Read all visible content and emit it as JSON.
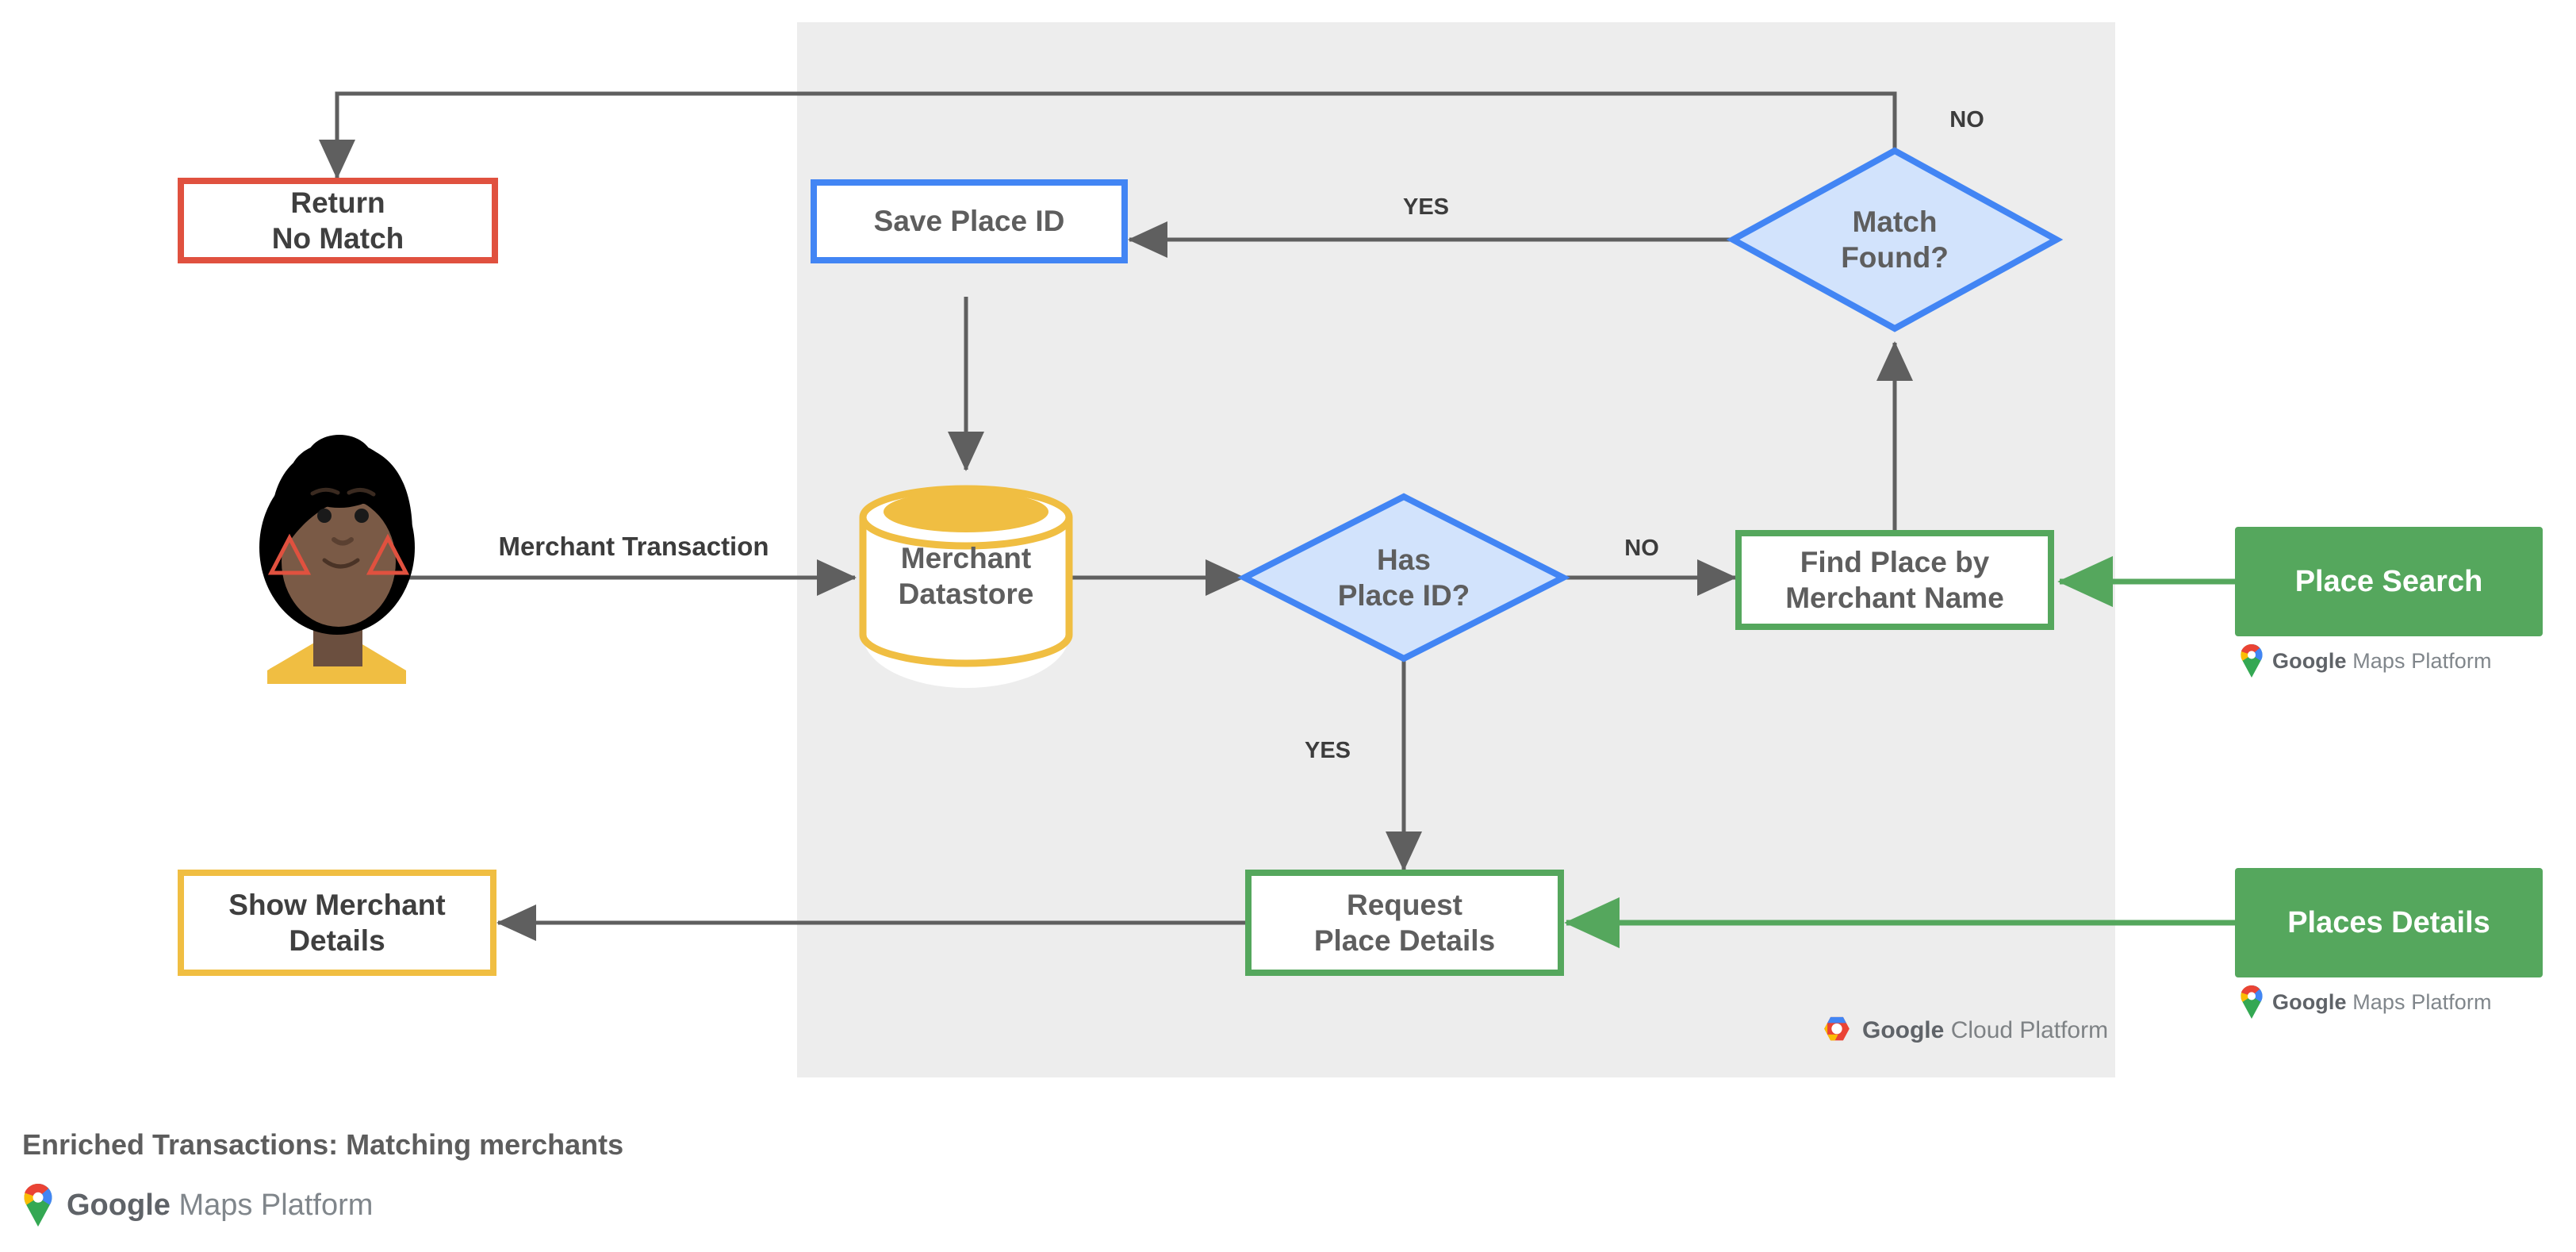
{
  "caption": "Enriched Transactions: Matching merchants",
  "colors": {
    "panel_background": "#EDEDED",
    "canvas_background": "#FFFFFF",
    "blue": "#4285F4",
    "blue_fill": "#D2E3FC",
    "green": "#55A75D",
    "green_solid": "#55A75D",
    "yellow": "#F0BE42",
    "red": "#E0513F",
    "line_gray": "#5F5F5F",
    "text_gray": "#5E5E5E"
  },
  "panel": {
    "name": "google-cloud-platform-panel",
    "attribution": {
      "google": "Google",
      "product": "Cloud Platform"
    }
  },
  "nodes": {
    "return_no_match": {
      "label": "Return\nNo Match",
      "shape": "rect",
      "border_color": "#E0513F"
    },
    "save_place_id": {
      "label": "Save Place ID",
      "shape": "rect",
      "border_color": "#4285F4"
    },
    "match_found": {
      "label": "Match\nFound?",
      "shape": "diamond",
      "border_color": "#4285F4",
      "fill": "#D2E3FC"
    },
    "merchant_datastore": {
      "label": "Merchant\nDatastore",
      "shape": "cylinder",
      "border_color": "#F0BE42"
    },
    "has_place_id": {
      "label": "Has\nPlace ID?",
      "shape": "diamond",
      "border_color": "#4285F4",
      "fill": "#D2E3FC"
    },
    "find_place_by_merchant_name": {
      "label": "Find Place by\nMerchant Name",
      "shape": "rect",
      "border_color": "#55A75D"
    },
    "request_place_details": {
      "label": "Request\nPlace Details",
      "shape": "rect",
      "border_color": "#55A75D"
    },
    "show_merchant_details": {
      "label": "Show Merchant\nDetails",
      "shape": "rect",
      "border_color": "#F0BE42"
    },
    "place_search": {
      "label": "Place Search",
      "shape": "rect-filled",
      "fill": "#55A75D",
      "text_color": "#FFFFFF"
    },
    "places_details": {
      "label": "Places Details",
      "shape": "rect-filled",
      "fill": "#55A75D",
      "text_color": "#FFFFFF"
    },
    "user_avatar": {
      "label": "",
      "shape": "avatar"
    }
  },
  "edge_labels": {
    "merchant_transaction": "Merchant Transaction",
    "yes_match_found": "YES",
    "no_match_found": "NO",
    "no_has_place_id": "NO",
    "yes_has_place_id": "YES"
  },
  "attributions": {
    "place_search": {
      "google": "Google",
      "product": "Maps Platform"
    },
    "places_details": {
      "google": "Google",
      "product": "Maps Platform"
    },
    "footer": {
      "google": "Google",
      "product": "Maps Platform"
    }
  }
}
